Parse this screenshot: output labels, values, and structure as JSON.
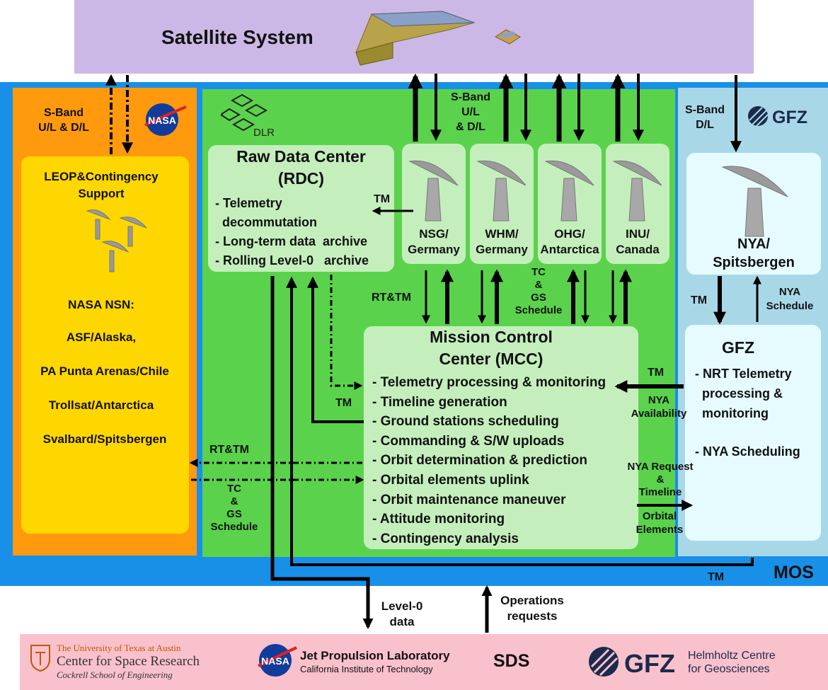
{
  "satellite": {
    "title": "Satellite System"
  },
  "mos": {
    "label": "MOS"
  },
  "nasa_panel": {
    "sband": "S-Band\nU/L & D/L",
    "logo_text": "NASA",
    "leop_title": "LEOP&Contingency\nSupport",
    "nsn_title": "NASA NSN:",
    "stations": [
      "ASF/Alaska,",
      "PA Punta Arenas/Chile",
      "Trollsat/Antarctica",
      "Svalbard/Spitsbergen"
    ]
  },
  "dlr_panel": {
    "logo_text": "DLR",
    "sband": "S-Band\nU/L\n& D/L",
    "rdc": {
      "title": "Raw Data Center\n(RDC)",
      "items": [
        "- Telemetry",
        "  decommutation",
        "- Long-term data  archive",
        "- Rolling Level-0   archive"
      ]
    },
    "ground_stations": [
      {
        "name": "NSG/\nGermany"
      },
      {
        "name": "WHM/\nGermany"
      },
      {
        "name": "OHG/\nAntarctica"
      },
      {
        "name": "INU/\nCanada"
      }
    ],
    "mcc": {
      "title": "Mission Control\nCenter (MCC)",
      "items": [
        "- Telemetry processing & monitoring",
        "- Timeline generation",
        "- Ground stations scheduling",
        "- Commanding & S/W uploads",
        "- Orbit determination & prediction",
        "- Orbital elements uplink",
        "- Orbit maintenance maneuver",
        "- Attitude monitoring",
        "- Contingency analysis"
      ]
    }
  },
  "gfz_panel": {
    "sband": "S-Band\nD/L",
    "logo_text": "GFZ",
    "nya_station": "NYA/\nSpitsbergen",
    "gfz_title": "GFZ",
    "gfz_items": [
      "- NRT Telemetry\n  processing &\n  monitoring",
      "- NYA Scheduling"
    ]
  },
  "flow_labels": {
    "tm_rdc": "TM",
    "rt_tm_gs": "RT&TM",
    "tc_gs": "TC\n&\nGS\nSchedule",
    "tm_mcc_rdc": "TM",
    "rt_tm_nasa": "RT&TM",
    "tc_nasa": "TC\n&\nGS\nSchedule",
    "tm_nya": "TM",
    "nya_schedule": "NYA\nSchedule",
    "tm_gfz_mcc": "TM",
    "nya_availability": "NYA\nAvailability",
    "nya_request": "NYA Request\n&\nTimeline",
    "orbital_elements": "Orbital\nElements",
    "tm_bottom": "TM",
    "level0": "Level-0\ndata",
    "ops_requests": "Operations\nrequests"
  },
  "sds": {
    "label": "SDS",
    "csr_line1": "The University of Texas at Austin",
    "csr_line2": "Center for Space Research",
    "csr_line3": "Cockrell School of Engineering",
    "jpl_line1": "Jet Propulsion Laboratory",
    "jpl_line2": "California Institute of Technology",
    "jpl_logo": "NASA",
    "gfz_logo": "GFZ",
    "gfz_line1": "Helmholtz Centre",
    "gfz_line2": "for Geosciences"
  },
  "colors": {
    "satellite_bg": "#ccb8e6",
    "mos_bg": "#1890e8",
    "nasa_outer": "#ff9a0e",
    "nasa_inner": "#ffd700",
    "dlr_bg": "#5bd24c",
    "dlr_box": "#c4efbc",
    "gfz_outer": "#a8d8e8",
    "gfz_inner": "#e6fbff",
    "sds_bg": "#f9c1cc"
  }
}
